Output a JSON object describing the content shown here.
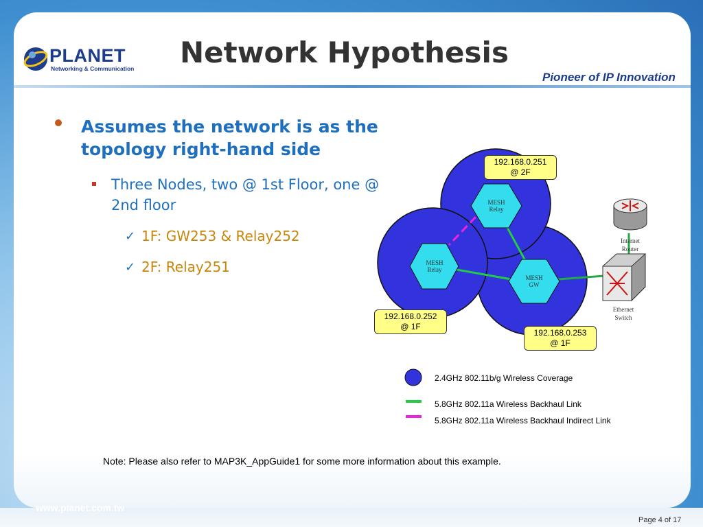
{
  "header": {
    "logo_name": "PLANET",
    "logo_subtitle": "Networking & Communication",
    "title": "Network Hypothesis",
    "tagline": "Pioneer of IP Innovation"
  },
  "bullets": {
    "level1": "Assumes the network is as the topology right-hand side",
    "level2": "Three Nodes, two @ 1st Floor, one @ 2nd floor",
    "checks": [
      "1F: GW253 & Relay252",
      "2F: Relay251"
    ]
  },
  "diagram": {
    "nodes": [
      {
        "id": "relay251",
        "label_line1": "MESH",
        "label_line2": "Relay",
        "ip": "192.168.0.251",
        "floor": "@ 2F"
      },
      {
        "id": "relay252",
        "label_line1": "MESH",
        "label_line2": "Relay",
        "ip": "192.168.0.252",
        "floor": "@ 1F"
      },
      {
        "id": "gw253",
        "label_line1": "MESH",
        "label_line2": "GW",
        "ip": "192.168.0.253",
        "floor": "@ 1F"
      }
    ],
    "devices": {
      "router_line1": "Internet",
      "router_line2": "Router",
      "switch_line1": "Ethernet",
      "switch_line2": "Switch"
    },
    "colors": {
      "coverage": "#3333dd",
      "node": "#33ddee",
      "backhaul": "#22cc44",
      "indirect": "#ee22dd",
      "wired": "#22aa44"
    }
  },
  "legend": {
    "coverage": "2.4GHz 802.11b/g Wireless Coverage",
    "backhaul": "5.8GHz 802.11a Wireless Backhaul Link",
    "indirect": "5.8GHz 802.11a Wireless Backhaul Indirect Link"
  },
  "note": "Note: Please also refer to MAP3K_AppGuide1 for some more information about this example.",
  "footer": {
    "url": "www.planet.com.tw",
    "page": "Page 4 of 17"
  }
}
